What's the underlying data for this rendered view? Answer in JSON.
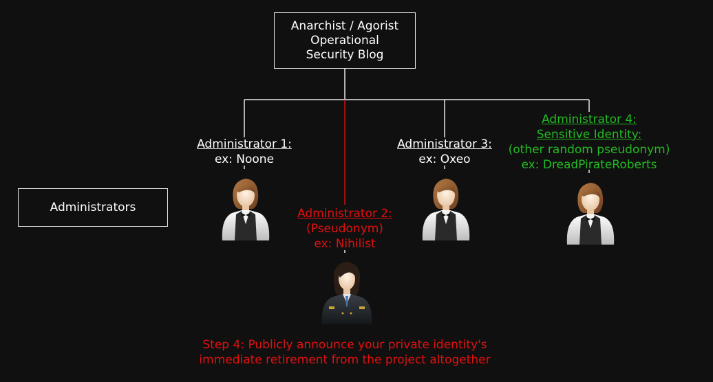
{
  "root": {
    "line1": "Anarchist / Agorist",
    "line2": "Operational",
    "line3": "Security Blog"
  },
  "left_box": {
    "label": "Administrators"
  },
  "admins": [
    {
      "title": "Administrator 1:",
      "example": "ex: Noone"
    },
    {
      "title": "Administrator 2:",
      "subtitle": "(Pseudonym)",
      "example": "ex: Nihilist"
    },
    {
      "title": "Administrator 3:",
      "example": "ex: Oxeo"
    },
    {
      "title": "Administrator 4:",
      "title2": "Sensitive Identity:",
      "subtitle": "(other random pseudonym)",
      "example": "ex: DreadPirateRoberts"
    }
  ],
  "step": {
    "line1": "Step 4: Publicly announce your private identity's",
    "line2": "immediate retirement from the project altogether"
  },
  "icons": [
    "waitress-icon",
    "waitress-icon",
    "waitress-icon",
    "officer-icon"
  ],
  "colors": {
    "background": "#111010",
    "line": "#e8e8e8",
    "red": "#e01010",
    "green": "#22bb22"
  }
}
